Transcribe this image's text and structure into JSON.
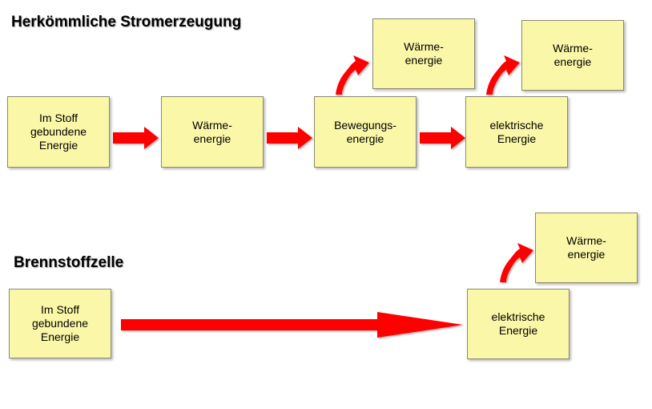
{
  "sections": {
    "conventional": {
      "title": "Herkömmliche Stromerzeugung",
      "boxes": {
        "fuel": "Im Stoff\ngebundene\nEnergie",
        "heat": "Wärme-\nenergie",
        "motion": "Bewegungs-\nenergie",
        "electric": "elektrische\nEnergie",
        "loss_heat_1": "Wärme-\nenergie",
        "loss_heat_2": "Wärme-\nenergie"
      }
    },
    "fuel_cell": {
      "title": "Brennstoffzelle",
      "boxes": {
        "fuel": "Im Stoff\ngebundene\nEnergie",
        "electric": "elektrische\nEnergie",
        "loss_heat": "Wärme-\nenergie"
      }
    }
  },
  "colors": {
    "box_fill": "#fbf7a8",
    "arrow_red": "#ff0000"
  }
}
